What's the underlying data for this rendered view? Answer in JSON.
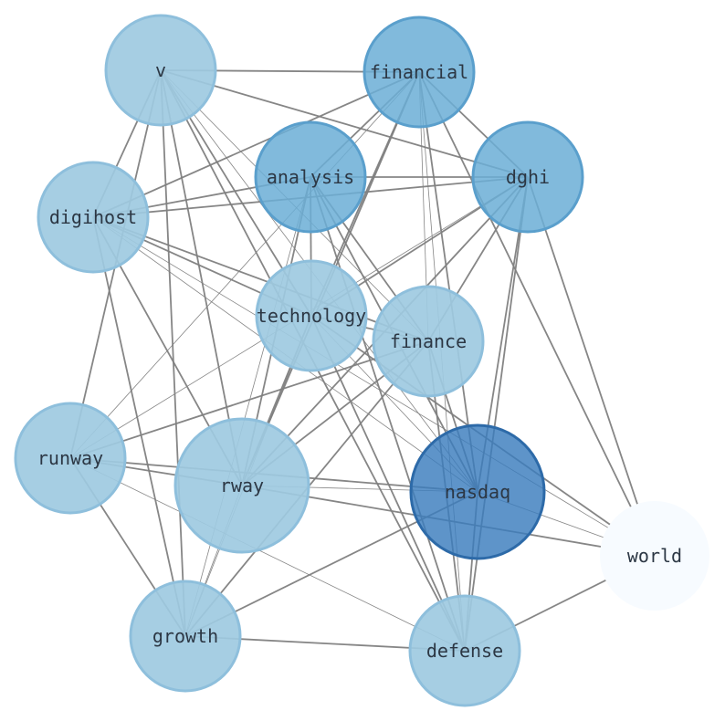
{
  "graph": {
    "colors": {
      "node_light": "#9ecae1",
      "node_light_stroke": "#8ebfdc",
      "node_medium": "#6baed6",
      "node_medium_stroke": "#5a9fcc",
      "node_dark": "#3b7dbd",
      "node_dark_stroke": "#2d6aa8",
      "node_faint": "#f7fbff",
      "edge": "#808080",
      "label": "#2c3744"
    },
    "nodes": [
      {
        "id": "v",
        "label": "v",
        "tone": "light"
      },
      {
        "id": "financial",
        "label": "financial",
        "tone": "medium"
      },
      {
        "id": "analysis",
        "label": "analysis",
        "tone": "medium"
      },
      {
        "id": "dghi",
        "label": "dghi",
        "tone": "medium"
      },
      {
        "id": "digihost",
        "label": "digihost",
        "tone": "light"
      },
      {
        "id": "technology",
        "label": "technology",
        "tone": "light"
      },
      {
        "id": "finance",
        "label": "finance",
        "tone": "light"
      },
      {
        "id": "runway",
        "label": "runway",
        "tone": "light"
      },
      {
        "id": "rway",
        "label": "rway",
        "tone": "light"
      },
      {
        "id": "nasdaq",
        "label": "nasdaq",
        "tone": "dark"
      },
      {
        "id": "world",
        "label": "world",
        "tone": "faint"
      },
      {
        "id": "growth",
        "label": "growth",
        "tone": "light"
      },
      {
        "id": "defense",
        "label": "defense",
        "tone": "light"
      }
    ],
    "edges": [
      [
        "v",
        "financial",
        "thick"
      ],
      [
        "v",
        "dghi",
        "thick"
      ],
      [
        "v",
        "digihost",
        "thick"
      ],
      [
        "v",
        "runway",
        "thick"
      ],
      [
        "v",
        "growth",
        "thick"
      ],
      [
        "v",
        "rway",
        "thick"
      ],
      [
        "v",
        "technology",
        "thick"
      ],
      [
        "v",
        "finance",
        "thin"
      ],
      [
        "v",
        "nasdaq",
        "thin"
      ],
      [
        "v",
        "defense",
        "thick"
      ],
      [
        "financial",
        "analysis",
        "thick"
      ],
      [
        "financial",
        "dghi",
        "thick"
      ],
      [
        "financial",
        "digihost",
        "thick"
      ],
      [
        "financial",
        "technology",
        "thick"
      ],
      [
        "financial",
        "finance",
        "thin"
      ],
      [
        "financial",
        "nasdaq",
        "thick"
      ],
      [
        "financial",
        "world",
        "thick"
      ],
      [
        "financial",
        "runway",
        "thin"
      ],
      [
        "financial",
        "defense",
        "thin"
      ],
      [
        "financial",
        "rway",
        "thick"
      ],
      [
        "analysis",
        "dghi",
        "thick"
      ],
      [
        "analysis",
        "digihost",
        "thick"
      ],
      [
        "analysis",
        "technology",
        "thick"
      ],
      [
        "analysis",
        "finance",
        "thick"
      ],
      [
        "analysis",
        "nasdaq",
        "thick"
      ],
      [
        "analysis",
        "rway",
        "thick"
      ],
      [
        "analysis",
        "defense",
        "thick"
      ],
      [
        "analysis",
        "growth",
        "thin"
      ],
      [
        "dghi",
        "digihost",
        "thick"
      ],
      [
        "dghi",
        "technology",
        "thick"
      ],
      [
        "dghi",
        "finance",
        "thick"
      ],
      [
        "dghi",
        "nasdaq",
        "thick"
      ],
      [
        "dghi",
        "world",
        "thick"
      ],
      [
        "dghi",
        "runway",
        "thin"
      ],
      [
        "dghi",
        "rway",
        "thick"
      ],
      [
        "dghi",
        "defense",
        "thick"
      ],
      [
        "digihost",
        "technology",
        "thick"
      ],
      [
        "digihost",
        "finance",
        "thick"
      ],
      [
        "digihost",
        "rway",
        "thick"
      ],
      [
        "digihost",
        "growth",
        "thick"
      ],
      [
        "digihost",
        "nasdaq",
        "thin"
      ],
      [
        "digihost",
        "world",
        "thin"
      ],
      [
        "technology",
        "finance",
        "thick"
      ],
      [
        "technology",
        "rway",
        "thick"
      ],
      [
        "technology",
        "defense",
        "thick"
      ],
      [
        "technology",
        "nasdaq",
        "thin"
      ],
      [
        "technology",
        "growth",
        "thin"
      ],
      [
        "technology",
        "world",
        "thick"
      ],
      [
        "finance",
        "runway",
        "thick"
      ],
      [
        "finance",
        "rway",
        "thick"
      ],
      [
        "finance",
        "growth",
        "thick"
      ],
      [
        "finance",
        "nasdaq",
        "thick"
      ],
      [
        "finance",
        "defense",
        "thick"
      ],
      [
        "runway",
        "rway",
        "thick"
      ],
      [
        "runway",
        "nasdaq",
        "thick"
      ],
      [
        "runway",
        "growth",
        "thick"
      ],
      [
        "runway",
        "defense",
        "thin"
      ],
      [
        "rway",
        "nasdaq",
        "thin"
      ],
      [
        "rway",
        "world",
        "thick"
      ],
      [
        "rway",
        "growth",
        "thin"
      ],
      [
        "nasdaq",
        "growth",
        "thick"
      ],
      [
        "nasdaq",
        "world",
        "thin"
      ],
      [
        "nasdaq",
        "defense",
        "thick"
      ],
      [
        "growth",
        "defense",
        "thick"
      ],
      [
        "world",
        "defense",
        "thick"
      ]
    ]
  }
}
